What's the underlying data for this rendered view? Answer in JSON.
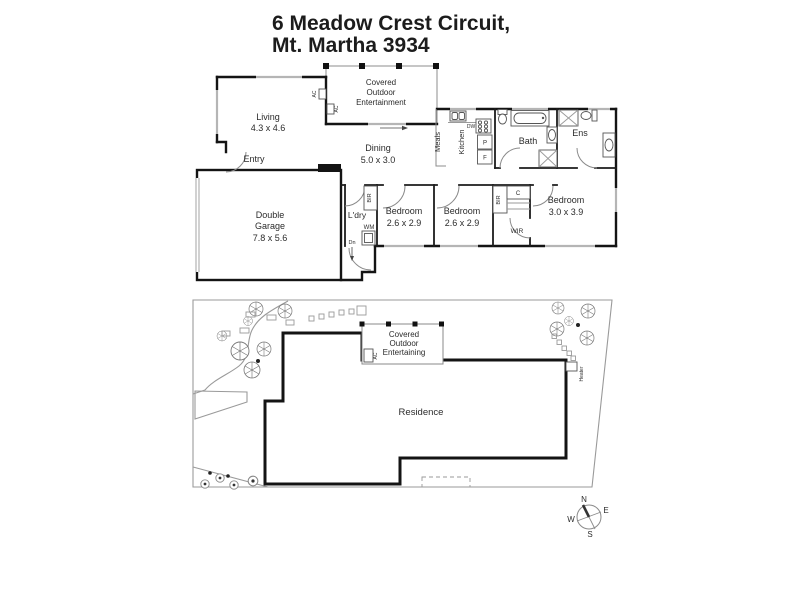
{
  "title": {
    "line1": "6 Meadow Crest Circuit,",
    "line2": "Mt. Martha 3934"
  },
  "floor_plan": {
    "living": {
      "name": "Living",
      "dims": "4.3 x 4.6"
    },
    "covered_outdoor": {
      "line1": "Covered",
      "line2": "Outdoor",
      "line3": "Entertainment"
    },
    "dining": {
      "name": "Dining",
      "dims": "5.0 x 3.0"
    },
    "meals": "Meals",
    "kitchen": "Kitchen",
    "dw": "DW",
    "pantry": "P",
    "fridge": "F",
    "bath": "Bath",
    "ens": "Ens",
    "entry": "Entry",
    "garage": {
      "line1": "Double",
      "line2": "Garage",
      "dims": "7.8 x 5.6"
    },
    "laundry": "L'dry",
    "wm": "WM",
    "dn": "Dn",
    "bir": "BIR",
    "closet": "C",
    "wir": "WIR",
    "bedroom1": {
      "name": "Bedroom",
      "dims": "2.6 x 2.9"
    },
    "bedroom2": {
      "name": "Bedroom",
      "dims": "2.6 x 2.9"
    },
    "bedroom3": {
      "name": "Bedroom",
      "dims": "3.0 x 3.9"
    },
    "ac": "AC"
  },
  "site_plan": {
    "covered_outdoor": {
      "line1": "Covered",
      "line2": "Outdoor",
      "line3": "Entertaining"
    },
    "residence": "Residence",
    "heater": "Heater",
    "ac": "AC"
  },
  "compass": {
    "north": "N",
    "south": "S",
    "east": "E",
    "west": "W"
  },
  "colors": {
    "wall": "#141414",
    "thin_line": "#8c8c8c",
    "window": "#b5b5b5",
    "text": "#2b2b2b",
    "background": "#ffffff"
  }
}
